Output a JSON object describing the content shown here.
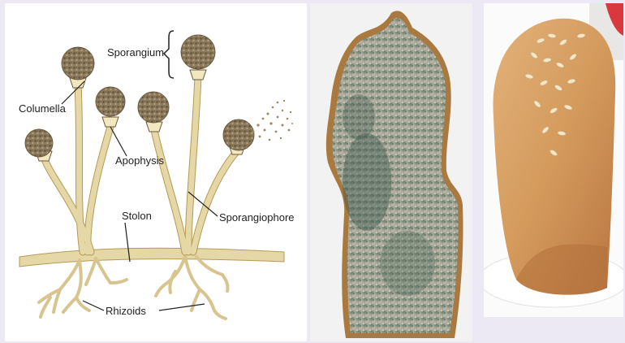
{
  "diagram": {
    "labels": {
      "sporangium": "Sporangium",
      "columella": "Columella",
      "apophysis": "Apophysis",
      "stolon": "Stolon",
      "sporangiophore": "Sporangiophore",
      "rhizoids": "Rhizoids"
    },
    "colors": {
      "hypha": "#e6d7a6",
      "hypha_outline": "#b49a57",
      "spore_head": "#8a7658",
      "apophysis": "#f3e7bf"
    }
  },
  "photos": {
    "moldy_bread": {
      "icon": "moldy-bread-photo"
    },
    "fresh_bread": {
      "icon": "fresh-bread-loaf-photo"
    }
  }
}
